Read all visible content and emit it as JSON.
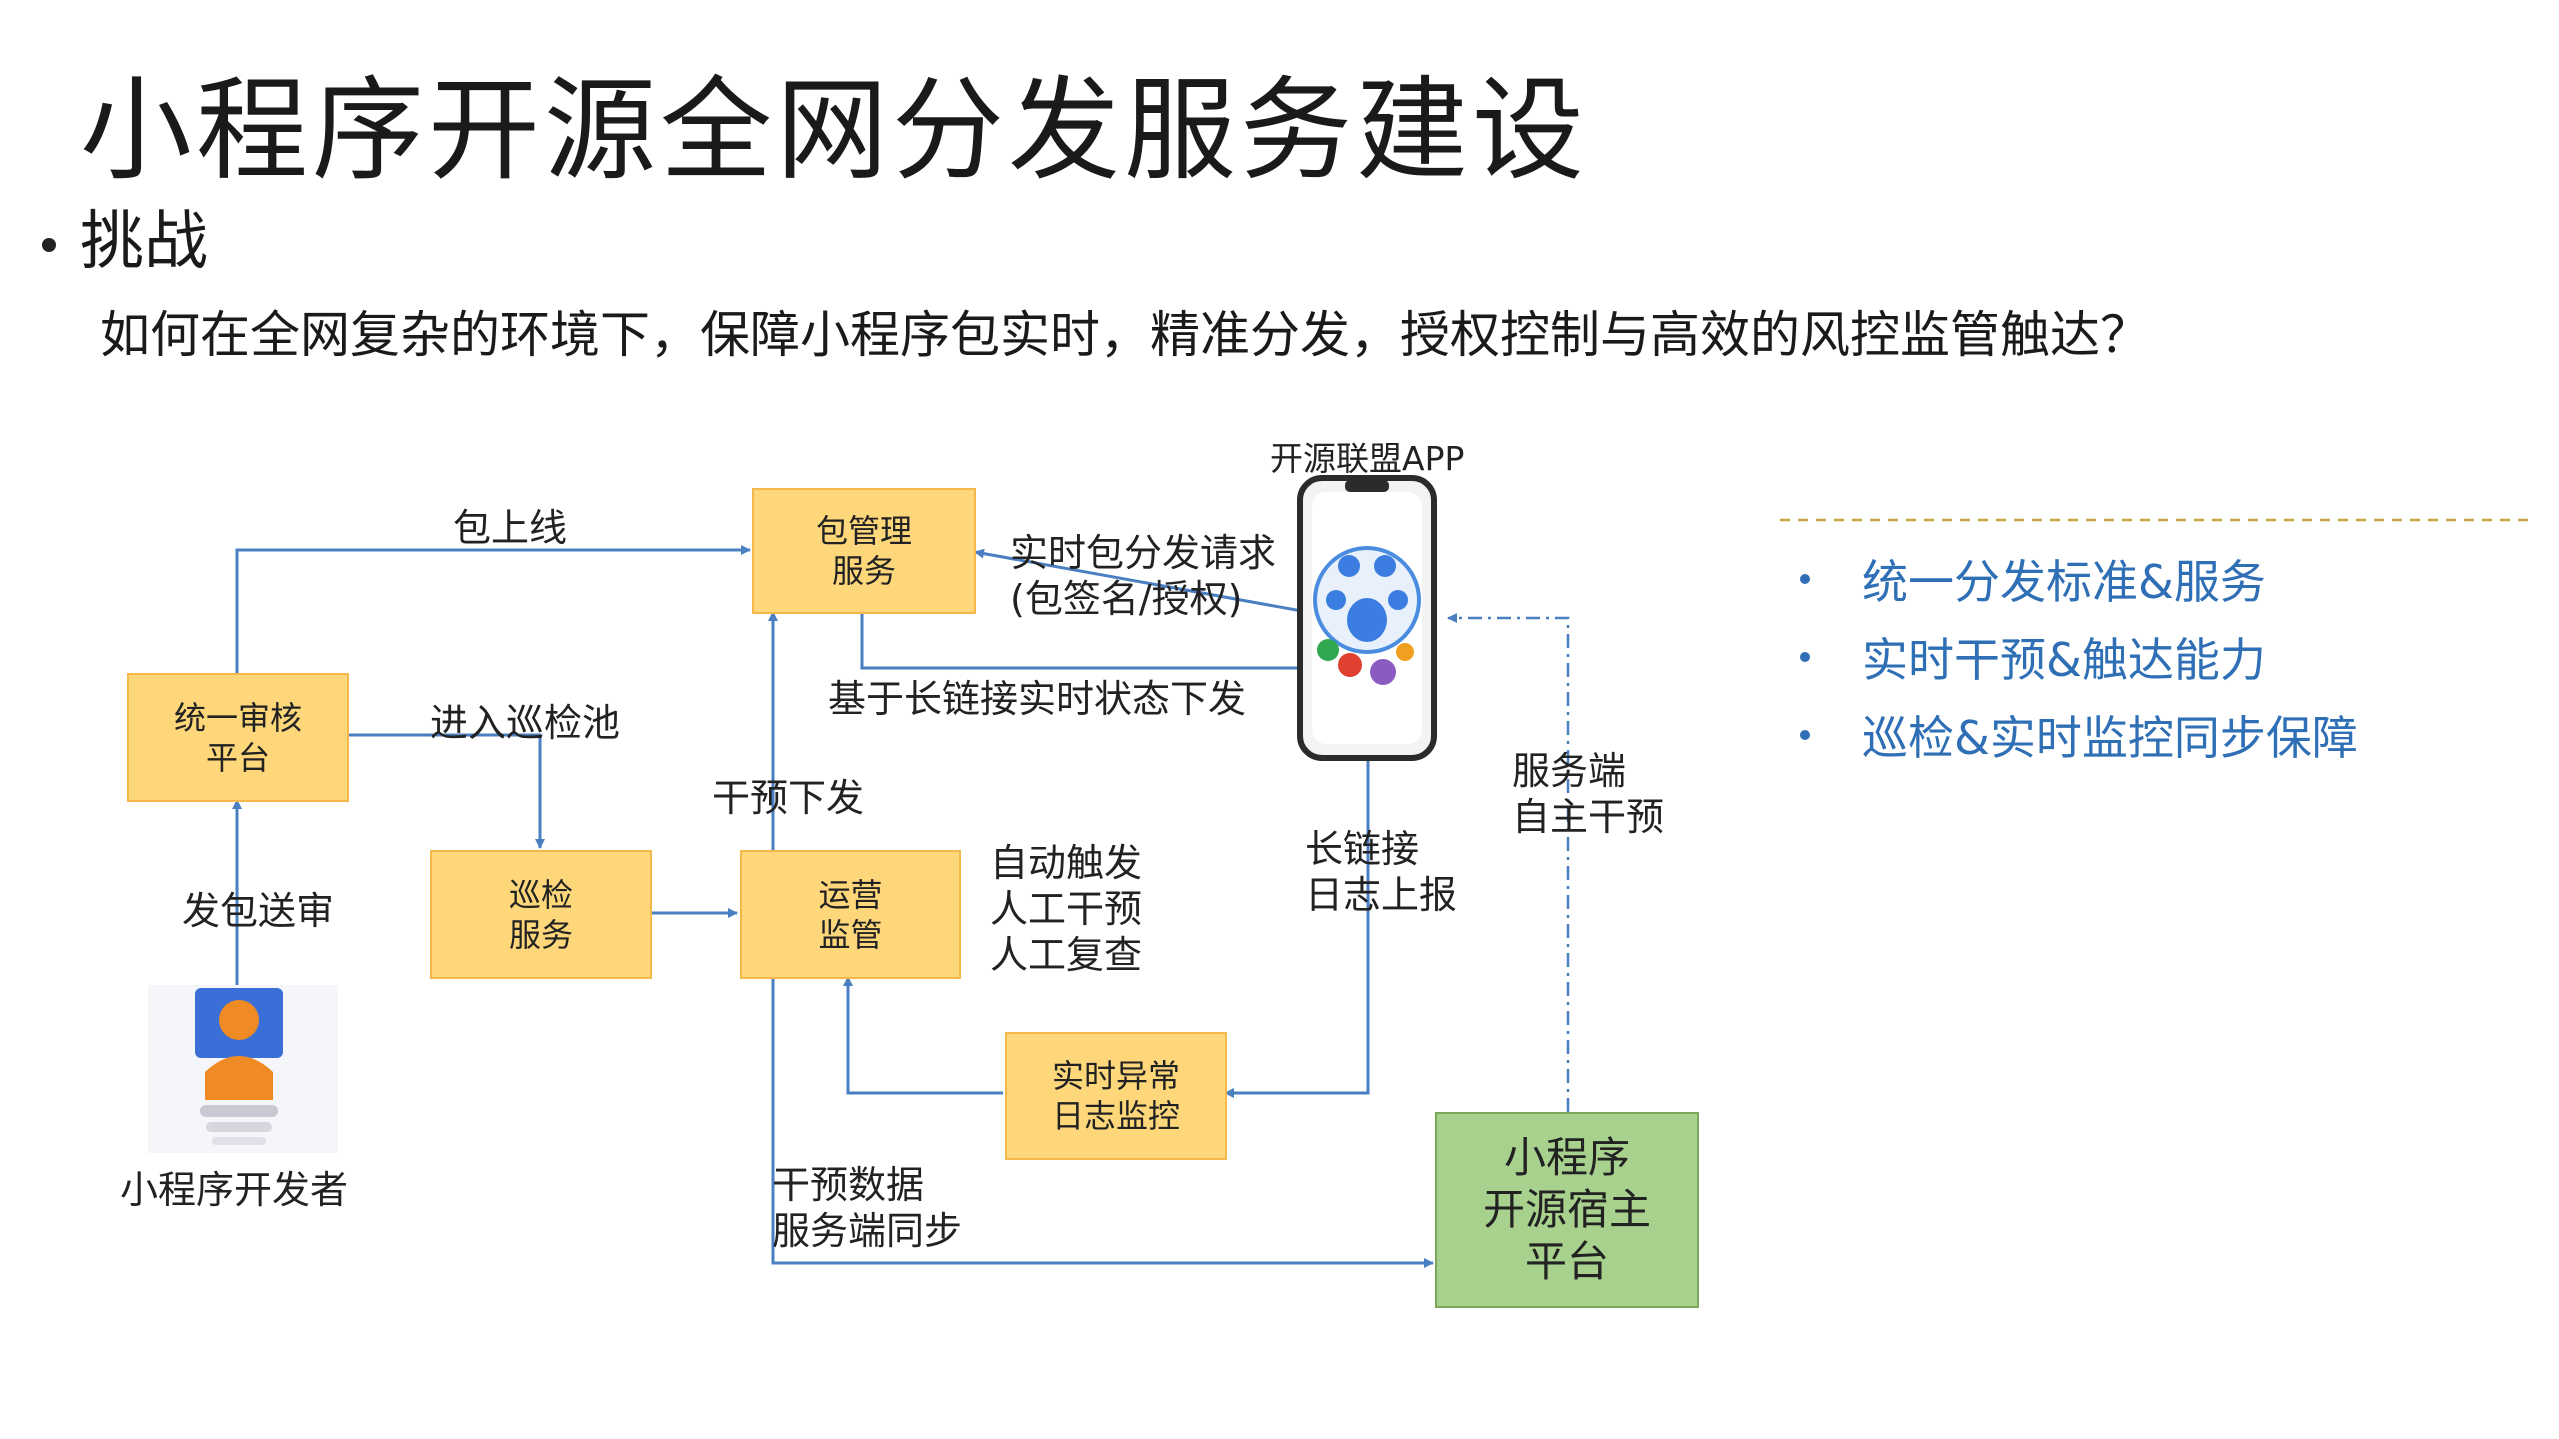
{
  "title": "小程序开源全网分发服务建设",
  "bullet": "挑战",
  "question": "如何在全网复杂的环境下，保障小程序包实时，精准分发，授权控制与高效的风控监管触达？",
  "right_list": [
    "统一分发标准&服务",
    "实时干预&触达能力",
    "巡检&实时监控同步保障"
  ],
  "diagram": {
    "app_label": "开源联盟APP",
    "developer_label": "小程序开发者",
    "boxes": {
      "package": "包管理\n服务",
      "review": "统一审核\n平台",
      "inspect": "巡检\n服务",
      "ops": "运营\n监管",
      "monitor": "实时异常\n日志监控",
      "host": "小程序\n开源宿主\n平台"
    },
    "labels": {
      "online": "包上线",
      "request": "实时包分发请求\n(包签名/授权)",
      "push": "基于长链接实时状态下发",
      "pool": "进入巡检池",
      "intervene": "干预下发",
      "submit": "发包送审",
      "triggers": "自动触发\n人工干预\n人工复查",
      "longlink": "长链接\n日志上报",
      "server": "服务端\n自主干预",
      "sync": "干预数据\n服务端同步"
    },
    "colors": {
      "box": "#fdd77a",
      "green": "#a9d18e",
      "arrow": "#4a7fc1",
      "dash": "#c8a640",
      "list": "#2f6fb5"
    }
  }
}
